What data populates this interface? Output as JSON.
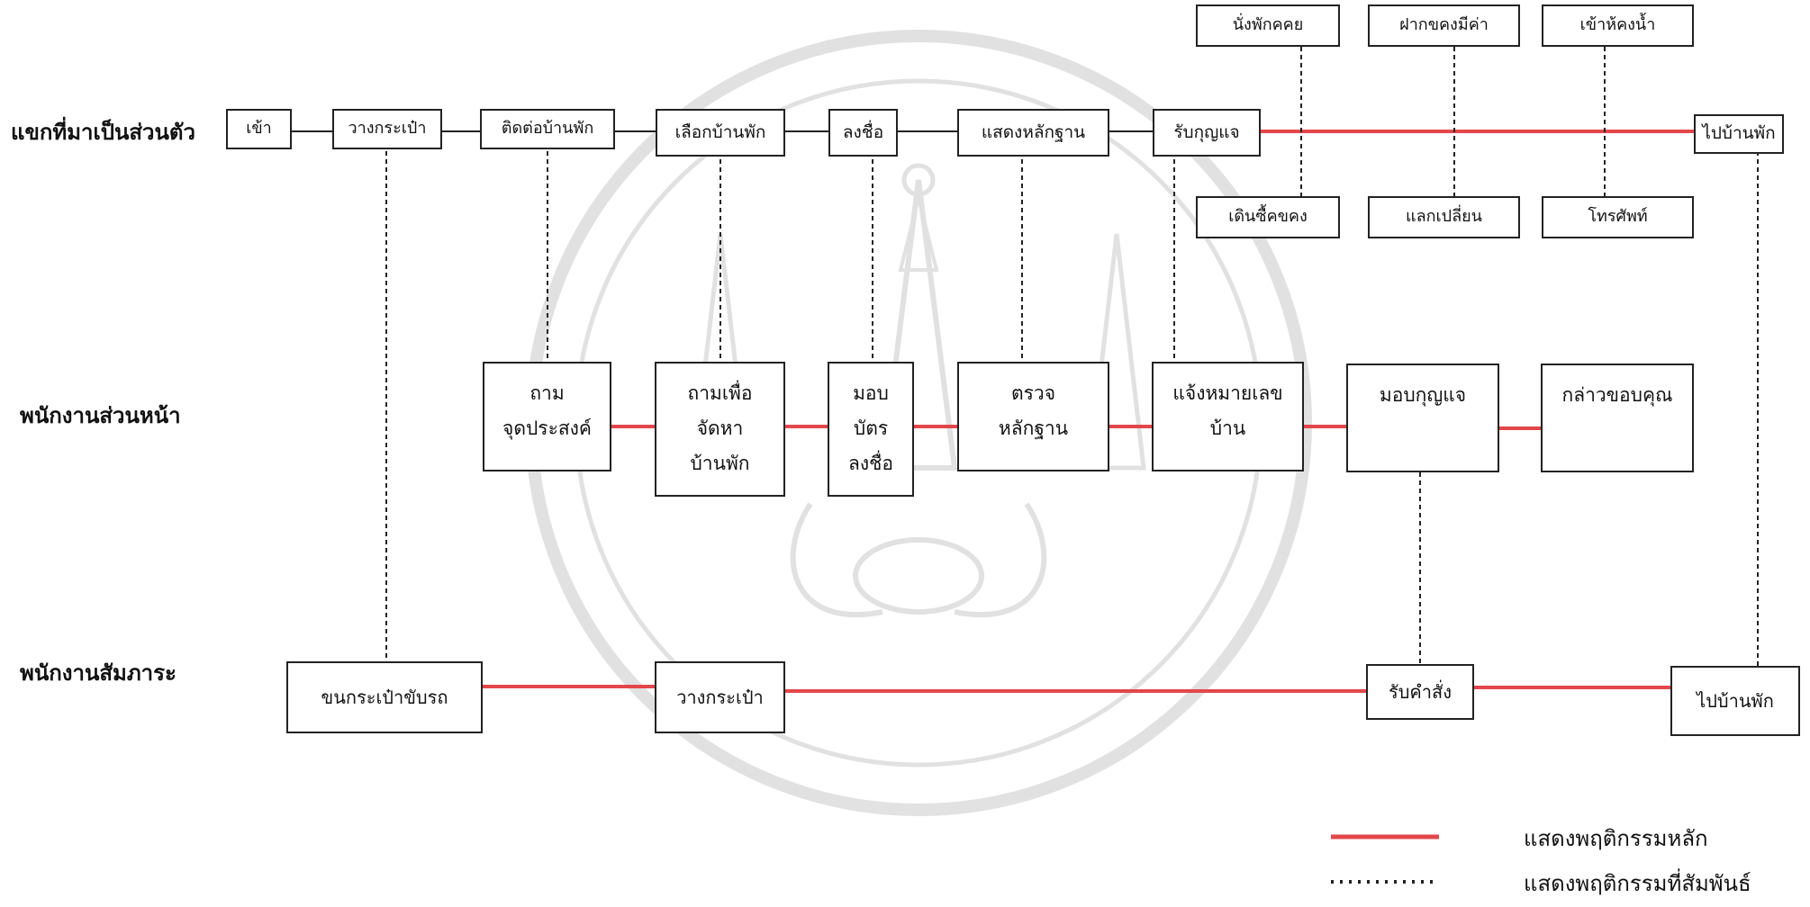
{
  "colors": {
    "main": "#e3474b",
    "related": "#222222",
    "watermark": "#7a7a7a"
  },
  "lanes": {
    "guest": "แขกที่มาเป็นส่วนตัว",
    "front": "พนักงานส่วนหน้า",
    "bell": "พนักงานสัมภาระ"
  },
  "guest_steps": {
    "enter": "เข้า",
    "drop_bag": "วางกระเป๋า",
    "contact": "ติดต่อบ้านพัก",
    "choose": "เลือกบ้านพัก",
    "sign": "ลงชื่อ",
    "show_id": "แสดงหลักฐาน",
    "get_key": "รับกุญแจ",
    "go_house": "ไปบ้านพัก"
  },
  "guest_options_top": {
    "sit": "นั่งพักคคย",
    "deposit": "ฝากขคงมีค่า",
    "toilet": "เข้าห้คงน้ำ"
  },
  "guest_options_bottom": {
    "shop": "เดินซื้คขคง",
    "exchange": "แลกเปลี่ยน",
    "phone": "โทรศัพท์"
  },
  "front_steps": {
    "ask": [
      "ถาม",
      "จุดประสงค์"
    ],
    "arrange": [
      "ถามเพื่อ",
      "จัดหา",
      "บ้านพัก"
    ],
    "card": [
      "มอบ",
      "บัตร",
      "ลงชื่อ"
    ],
    "check": [
      "ตรวจ",
      "หลักฐาน"
    ],
    "notify": [
      "แจ้งหมายเลข",
      "บ้าน"
    ],
    "key": [
      "มอบกุญแจ"
    ],
    "thanks": [
      "กล่าวขอบคุณ"
    ]
  },
  "bell_steps": {
    "carry": "ขนกระเป๋าขับรถ",
    "place": "วางกระเป๋า",
    "order": "รับคำสั่ง",
    "go": "ไปบ้านพัก"
  },
  "legend": {
    "main": "แสดงพฤติกรรมหลัก",
    "related": "แสดงพฤติกรรมที่สัมพันธ์"
  }
}
